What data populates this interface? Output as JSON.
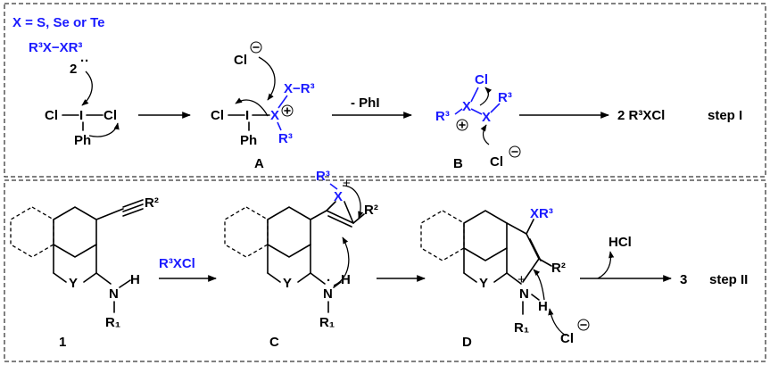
{
  "step1": {
    "substituent_note": "X = S, Se or Te",
    "reagent": "R³X−XR³",
    "reagent_number": "2",
    "reagent_lone_pair": "··",
    "iodine_reagent": {
      "left": "Cl",
      "center": "I",
      "right": "Cl",
      "below": "Ph"
    },
    "intermediate_A": {
      "chloride": "Cl",
      "left": "Cl",
      "iodine": "I",
      "phenyl": "Ph",
      "chalcogen": "X",
      "substituent_top": "X−R³",
      "substituent_bottom": "R³",
      "label": "A"
    },
    "arrow1_label": "- PhI",
    "intermediate_B": {
      "cl": "Cl",
      "left_r": "R³",
      "x_left": "X",
      "x_right": "X",
      "right_r": "R³",
      "chloride": "Cl",
      "label": "B"
    },
    "product": "2 R³XCl",
    "step_label": "step I"
  },
  "step2": {
    "compound1": {
      "r2": "R²",
      "y": "Y",
      "n": "N",
      "h": "H",
      "r1": "R₁",
      "label": "1"
    },
    "arrow_reagent": "R³XCl",
    "intermediate_C": {
      "r3": "R³",
      "x": "X",
      "r2": "R²",
      "y": "Y",
      "n": "N",
      "h": "H",
      "r1": "R₁",
      "label": "C"
    },
    "intermediate_D": {
      "xr3": "XR³",
      "r2": "R²",
      "y": "Y",
      "n": "N",
      "h": "H",
      "r1": "R₁",
      "chloride": "Cl",
      "label": "D"
    },
    "byproduct": "HCl",
    "product_number": "3",
    "step_label": "step II"
  },
  "colors": {
    "accent": "#1a1aff",
    "ink": "#000000"
  }
}
